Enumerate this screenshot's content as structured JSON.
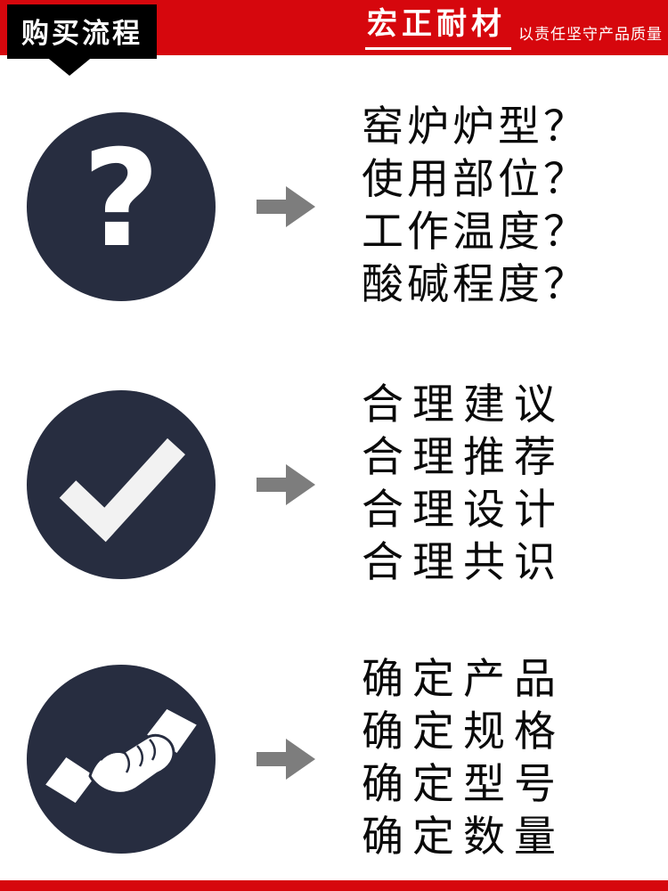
{
  "header": {
    "title": "购买流程",
    "brand": "宏正耐材",
    "slogan": "以责任坚守产品质量"
  },
  "icons": {
    "question_glyph": "?"
  },
  "steps": [
    {
      "icon": "question-icon",
      "lines": [
        "窑炉炉型？",
        "使用部位？",
        "工作温度？",
        "酸碱程度？"
      ]
    },
    {
      "icon": "check-icon",
      "lines": [
        "合理建议",
        "合理推荐",
        "合理设计",
        "合理共识"
      ]
    },
    {
      "icon": "handshake-icon",
      "lines": [
        "确定产品",
        "确定规格",
        "确定型号",
        "确定数量"
      ]
    }
  ],
  "colors": {
    "header_red": "#d6070d",
    "title_box_black": "#000000",
    "circle_navy": "#272d40",
    "arrow_gray": "#7d7d7d",
    "text_black": "#0a0a0a",
    "icon_white": "#f5f5f5"
  }
}
